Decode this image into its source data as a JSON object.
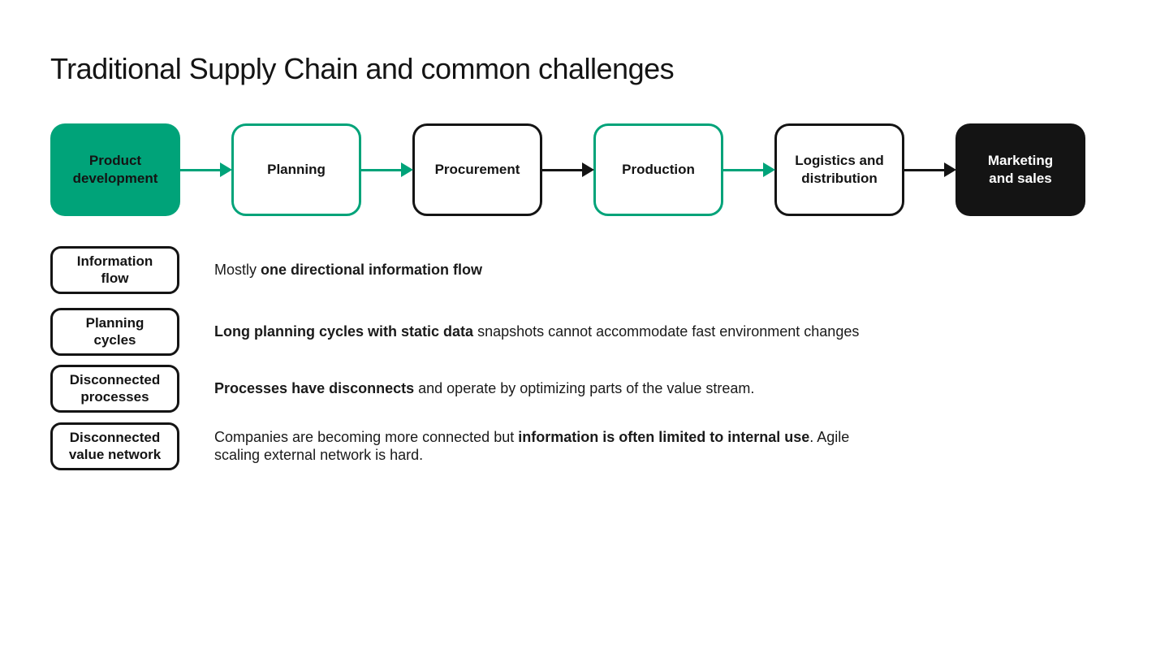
{
  "colors": {
    "green": "#00a379",
    "black": "#141414"
  },
  "page": {
    "title": "Traditional Supply Chain and common challenges"
  },
  "flow": {
    "boxes": [
      {
        "label": "Product\ndevelopment",
        "variant": "green-fill"
      },
      {
        "label": "Planning",
        "variant": "green-outline"
      },
      {
        "label": "Procurement",
        "variant": "black-outline"
      },
      {
        "label": "Production",
        "variant": "green-outline"
      },
      {
        "label": "Logistics and\ndistribution",
        "variant": "black-outline"
      },
      {
        "label": "Marketing\nand sales",
        "variant": "black-fill"
      }
    ],
    "arrows": [
      {
        "color": "green"
      },
      {
        "color": "green"
      },
      {
        "color": "black"
      },
      {
        "color": "green"
      },
      {
        "color": "black"
      }
    ]
  },
  "challenges": [
    {
      "label": "Information\nflow",
      "description": [
        {
          "text": "Mostly ",
          "bold": false
        },
        {
          "text": "one directional information flow",
          "bold": true
        }
      ]
    },
    {
      "label": "Planning\ncycles",
      "description": [
        {
          "text": "Long planning cycles with static data",
          "bold": true
        },
        {
          "text": " snapshots cannot accommodate fast environment changes",
          "bold": false
        }
      ]
    },
    {
      "label": "Disconnected\nprocesses",
      "description": [
        {
          "text": "Processes have disconnects",
          "bold": true
        },
        {
          "text": " and operate by optimizing parts of the value stream.",
          "bold": false
        }
      ]
    },
    {
      "label": "Disconnected\nvalue network",
      "description": [
        {
          "text": "Companies are becoming more connected but ",
          "bold": false
        },
        {
          "text": "information is often limited to internal use",
          "bold": true
        },
        {
          "text": ". Agile scaling external network is hard.",
          "bold": false
        }
      ]
    }
  ]
}
